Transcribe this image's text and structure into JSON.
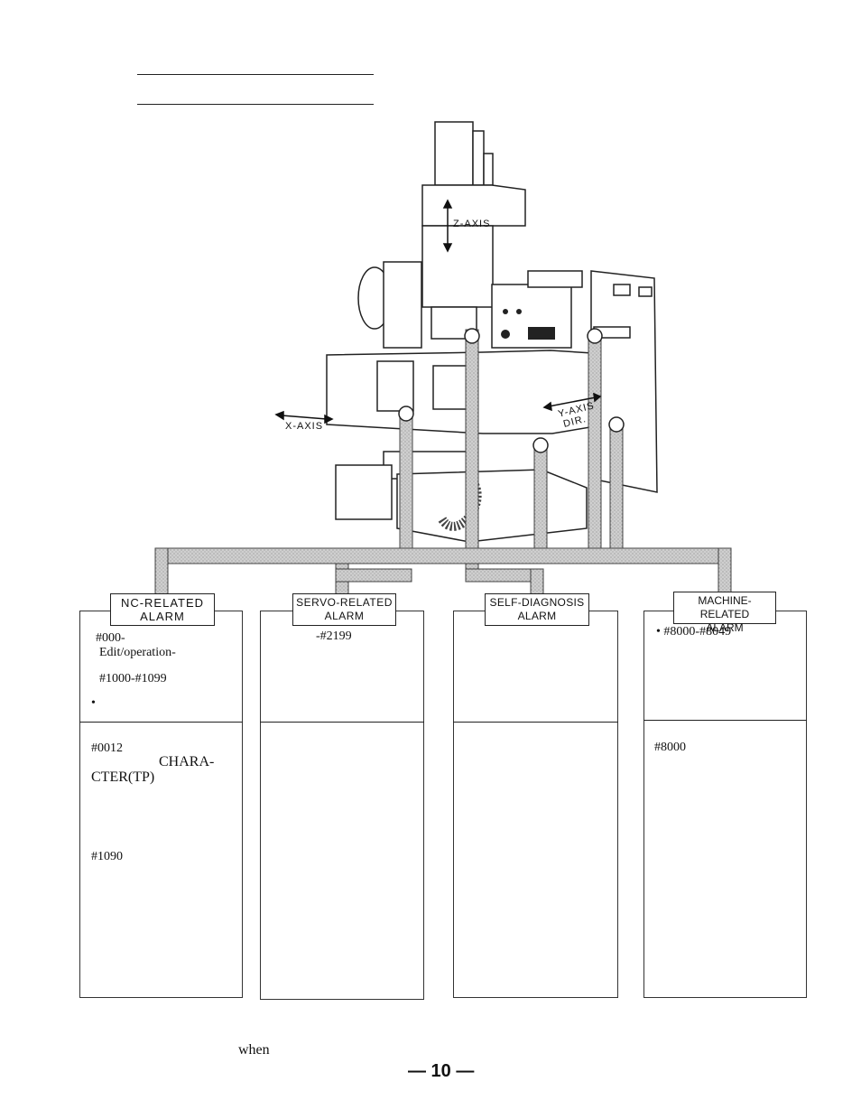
{
  "machine": {
    "z_axis": "Z-AXIS",
    "x_axis": "X-AXIS",
    "y_axis_1": "Y-AXIS",
    "y_axis_2": "DIR."
  },
  "categories": [
    {
      "title1": "NC-RELATED",
      "title2": "ALARM",
      "top": {
        "line1": "#000-",
        "line2": "Edit/operation-",
        "line3": "#1000-#1099",
        "line4": "•"
      },
      "bottom": {
        "line1": "#0012",
        "line2": "CHARA-",
        "line3": "CTER(TP)",
        "line4": "#1090"
      }
    },
    {
      "title1": "SERVO-RELATED",
      "title2": "ALARM",
      "top": {
        "line1": "-#2199"
      }
    },
    {
      "title1": "SELF-DIAGNOSIS",
      "title2": "ALARM"
    },
    {
      "title1": "MACHINE-RELATED",
      "title2": "ALARM",
      "top": {
        "line1": "• #8000-#8049"
      },
      "bottom": {
        "line1": "#8000"
      }
    }
  ],
  "footer": {
    "note": "when",
    "page": "— 10 —"
  }
}
